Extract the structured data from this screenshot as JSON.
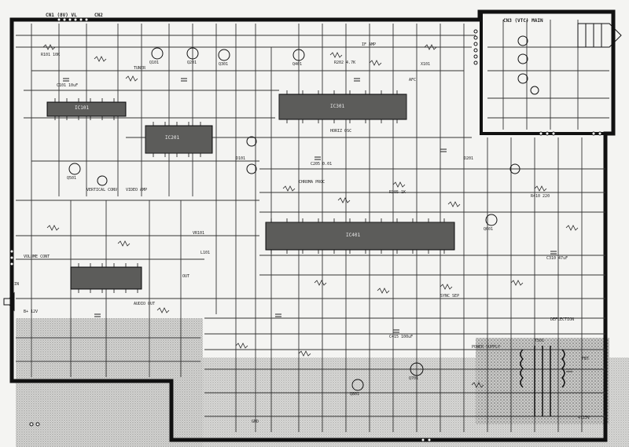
{
  "diagram": {
    "labels": {
      "cn_top": "CN1 (8V) VL",
      "cn_top_b": "CN2",
      "cn_topright": "CN3 (VTC) MAIN",
      "vol_ctrl": "VOLUME CONT",
      "ver_conv": "VERTICAL CONV",
      "vid_amp": "VIDEO AMP",
      "horiz_osc": "HORIZ OSC",
      "chroma_proc": "CHROMA PROC",
      "pwr_supply": "POWER SUPPLY",
      "deflection": "DEFLECTION",
      "sync_sep": "SYNC SEP",
      "audio_out": "AUDIO OUT",
      "if_amp": "IF AMP",
      "afc": "AFC",
      "tuner": "TUNER",
      "ref_q1": "Q101",
      "ref_q2": "Q201",
      "ref_q3": "Q301",
      "ref_q4": "Q401",
      "ref_q5": "Q501",
      "ref_q6": "Q601",
      "ref_q7": "Q701",
      "ref_q8": "Q801",
      "ref_ic1": "IC101",
      "ref_ic2": "IC201",
      "ref_ic3": "IC301",
      "ref_ic4": "IC401",
      "ref_r1": "R101 10K",
      "ref_r2": "R202 4.7K",
      "ref_r3": "R305 1K",
      "ref_r4": "R410 220",
      "ref_c1": "C101 10uF",
      "ref_c2": "C205 0.01",
      "ref_c3": "C310 47uF",
      "ref_c4": "C415 100uF",
      "ref_d1": "D101",
      "ref_d2": "D201",
      "ref_l1": "L101",
      "ref_t1": "T501",
      "ref_fb": "FBT",
      "ref_vr": "VR101",
      "b_plus": "B+ 12V",
      "b_plus2": "+115V",
      "gnd": "GND",
      "ref_x": "X101",
      "ref_out": "OUT",
      "ref_in": "IN"
    }
  }
}
